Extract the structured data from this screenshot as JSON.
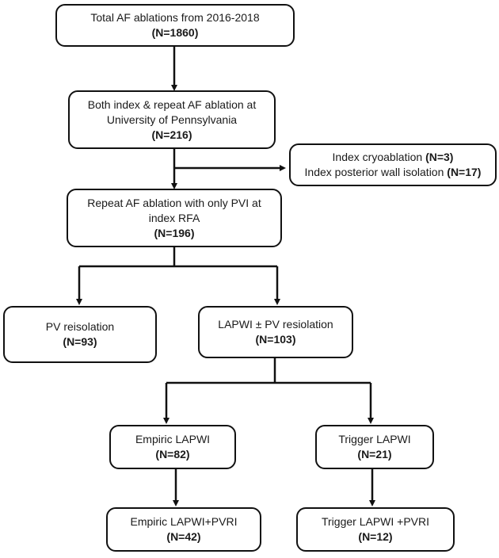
{
  "boxes": {
    "total": {
      "text": "Total AF ablations from 2016-2018",
      "n": "(N=1860)"
    },
    "both": {
      "text_line1": "Both index & repeat AF ablation at",
      "text_line2": "University of Pennsylvania",
      "n": "(N=216)"
    },
    "excluded": {
      "line1_text": "Index cryoablation ",
      "line1_n": "(N=3)",
      "line2_text": "Index posterior wall isolation ",
      "line2_n": "(N=17)"
    },
    "repeat": {
      "text_line1": "Repeat AF ablation with only PVI at",
      "text_line2": "index RFA",
      "n": "(N=196)"
    },
    "pv": {
      "text": "PV reisolation",
      "n": "(N=93)"
    },
    "lapwi": {
      "text": "LAPWI ± PV resiolation",
      "n": "(N=103)"
    },
    "empiric": {
      "text": "Empiric LAPWI",
      "n": "(N=82)"
    },
    "trigger": {
      "text": "Trigger LAPWI",
      "n": "(N=21)"
    },
    "empiric_pvri": {
      "text": "Empiric LAPWI+PVRI",
      "n": "(N=42)"
    },
    "trigger_pvri": {
      "text": "Trigger LAPWI +PVRI",
      "n": "(N=12)"
    }
  }
}
